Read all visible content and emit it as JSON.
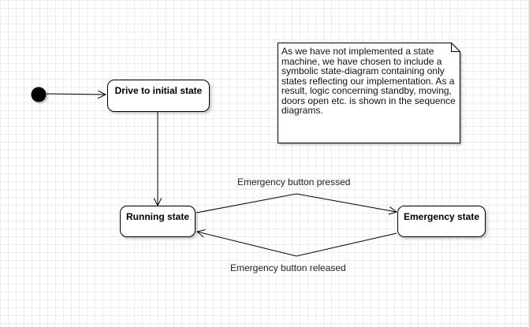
{
  "states": {
    "initial": "Drive to initial state",
    "running": "Running state",
    "emergency": "Emergency state"
  },
  "transitions": {
    "pressed": "Emergency button pressed",
    "released": "Emergency button released"
  },
  "note": {
    "text": "As we have not implemented a state machine, we have chosen to include a symbolic state-diagram containing only states reflecting our implementation. As a result, logic concerning standby, moving, doors open etc. is shown in the sequence diagrams."
  },
  "colors": {
    "stroke": "#000000",
    "grid": "#ececec",
    "background": "#ffffff"
  }
}
